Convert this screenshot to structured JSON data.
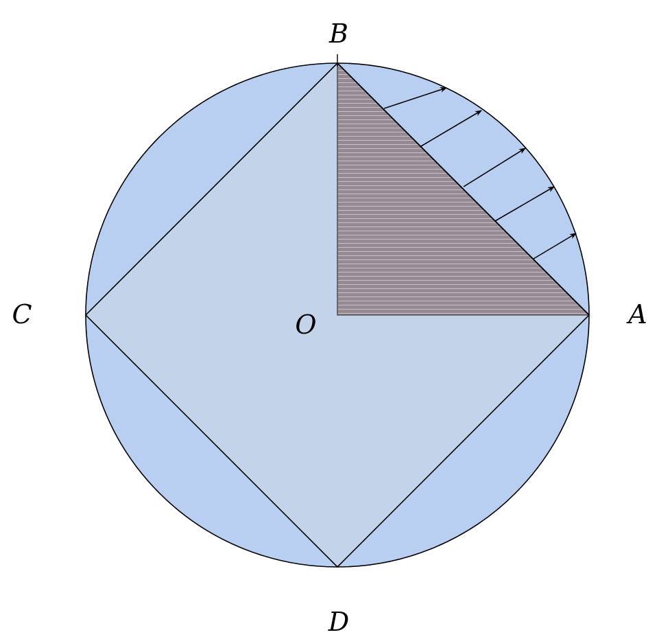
{
  "labels": {
    "a": "A",
    "b": "B",
    "c": "C",
    "d": "D",
    "o": "O"
  },
  "colors": {
    "circle_fill": "#b8cff2",
    "square_fill": "#c3d3ea",
    "triangle_fill": "#958a94",
    "hatch_line": "#c8c0c8",
    "stroke": "#000000"
  },
  "arrow_count": 5
}
